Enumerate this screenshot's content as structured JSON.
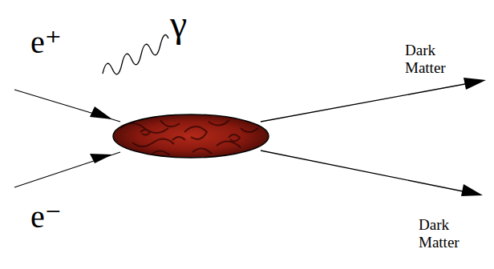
{
  "diagram": {
    "labels": [
      "e⁺",
      "γ",
      "Dark Matter",
      "Dark Matter",
      "e⁻"
    ]
  }
}
